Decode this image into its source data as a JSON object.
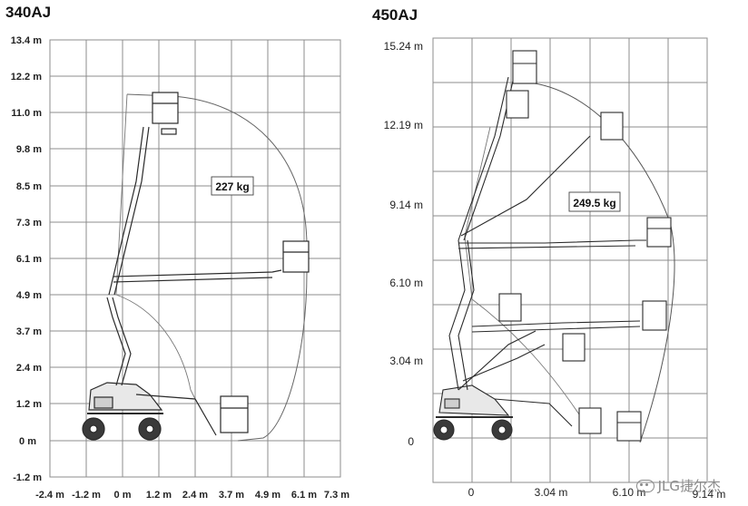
{
  "charts": [
    {
      "id": "left",
      "title": "340AJ",
      "capacity": "227 kg",
      "y_ticks": [
        "13.4 m",
        "12.2 m",
        "11.0 m",
        "9.8 m",
        "8.5 m",
        "7.3 m",
        "6.1 m",
        "4.9 m",
        "3.7 m",
        "2.4 m",
        "1.2 m",
        "0 m",
        "-1.2 m"
      ],
      "x_ticks": [
        "-2.4 m",
        "-1.2 m",
        "0 m",
        "1.2 m",
        "2.4 m",
        "3.7 m",
        "4.9 m",
        "6.1 m",
        "7.3 m"
      ]
    },
    {
      "id": "right",
      "title": "450AJ",
      "capacity": "249.5 kg",
      "y_ticks": [
        "15.24 m",
        "12.19 m",
        "9.14 m",
        "6.10 m",
        "3.04 m",
        "0"
      ],
      "x_ticks": [
        "0",
        "3.04 m",
        "6.10 m",
        "9.14 m"
      ]
    }
  ],
  "watermark": "JLG捷尔杰",
  "colors": {
    "grid": "#8c8c8c",
    "envelope": "#555555",
    "machine": "#2a2a2a"
  }
}
